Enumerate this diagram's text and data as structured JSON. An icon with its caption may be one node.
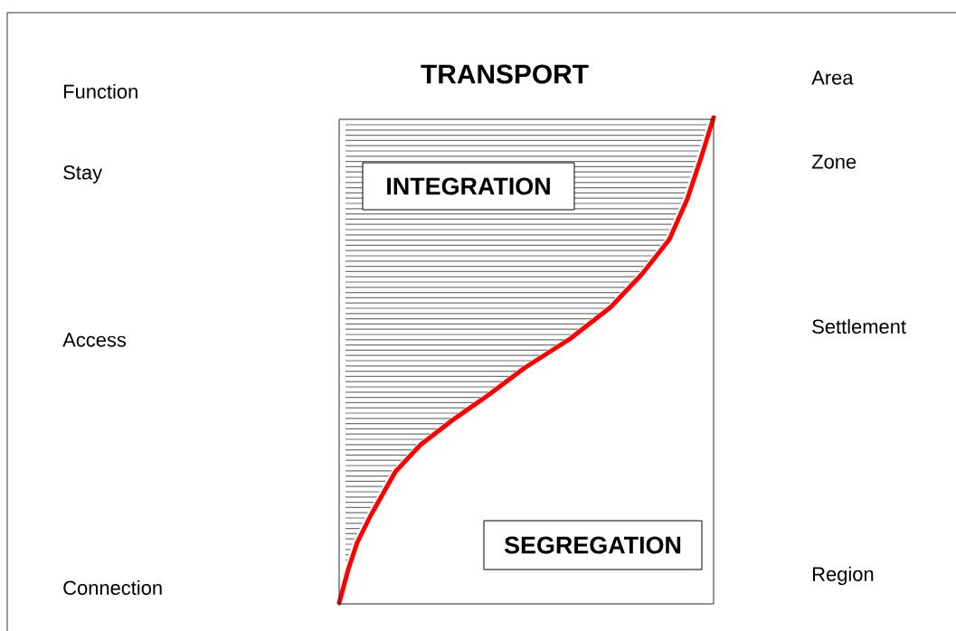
{
  "diagram": {
    "nodes": [
      {
        "text": [
          "TRANSPORT"
        ]
      },
      {
        "text": [
          "INTEGRATION"
        ],
        "in": 0
      },
      {
        "text": [
          "SEGREGATION"
        ],
        "in": 0
      }
    ],
    "labels": [
      "Function",
      "Area",
      "Stay",
      "Zone",
      "Access",
      "Settlement",
      "Connection",
      "Region"
    ]
  }
}
